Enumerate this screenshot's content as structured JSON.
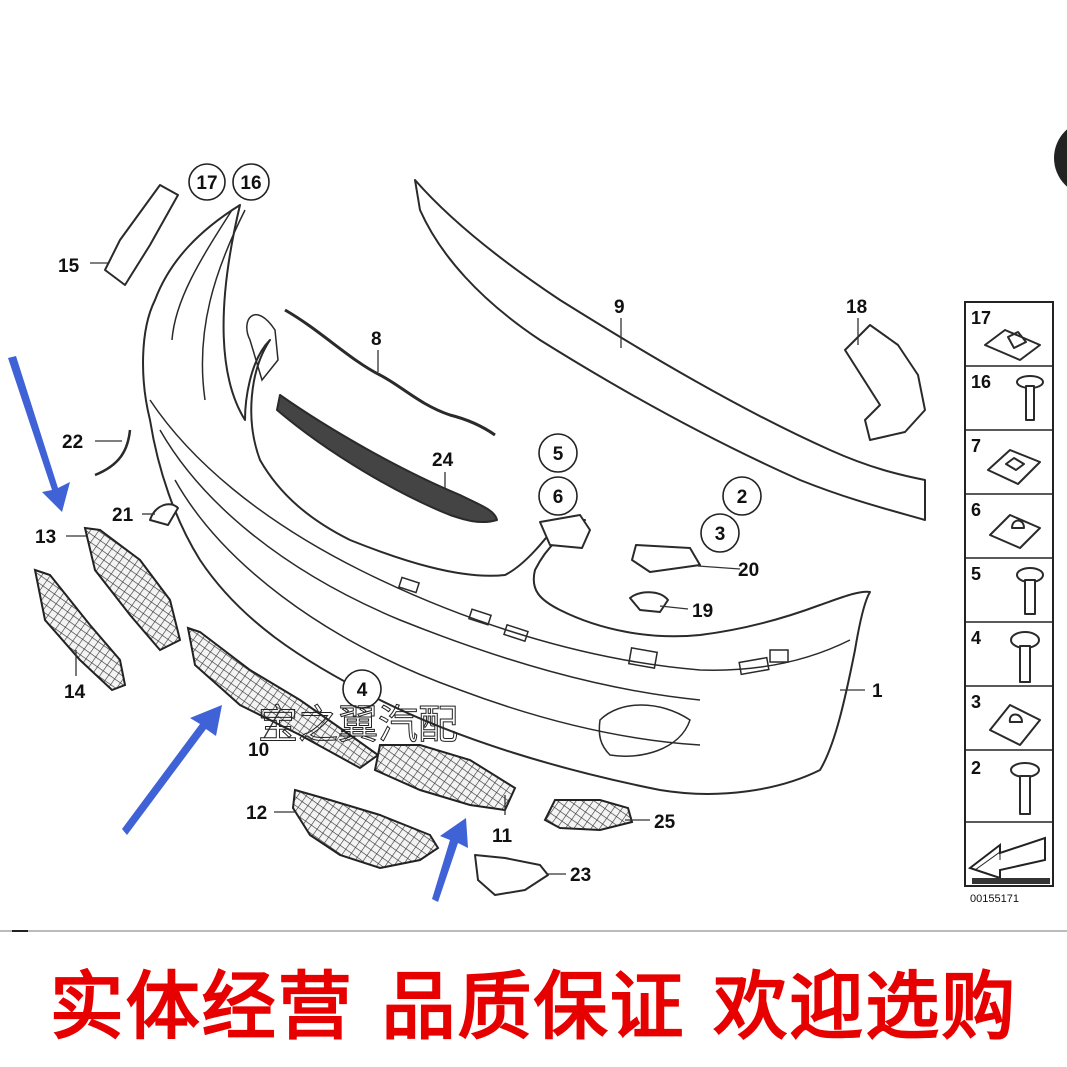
{
  "callouts": {
    "c1": "1",
    "c8": "8",
    "c9": "9",
    "c10": "10",
    "c11": "11",
    "c12": "12",
    "c13": "13",
    "c14": "14",
    "c15": "15",
    "c18": "18",
    "c19": "19",
    "c20": "20",
    "c21": "21",
    "c22": "22",
    "c23": "23",
    "c24": "24",
    "c25": "25"
  },
  "circled": {
    "c17": "17",
    "c16": "16",
    "c5": "5",
    "c6": "6",
    "c2": "2",
    "c3": "3",
    "c4": "4"
  },
  "panel": {
    "items": [
      "17",
      "16",
      "7",
      "6",
      "5",
      "4",
      "3",
      "2"
    ],
    "figure_id": "00155171"
  },
  "watermark": "宝之翼汽配",
  "slogan": "实体经营 品质保证 欢迎选购",
  "colors": {
    "arrow": "#3f62d6",
    "slogan": "#e60000"
  }
}
